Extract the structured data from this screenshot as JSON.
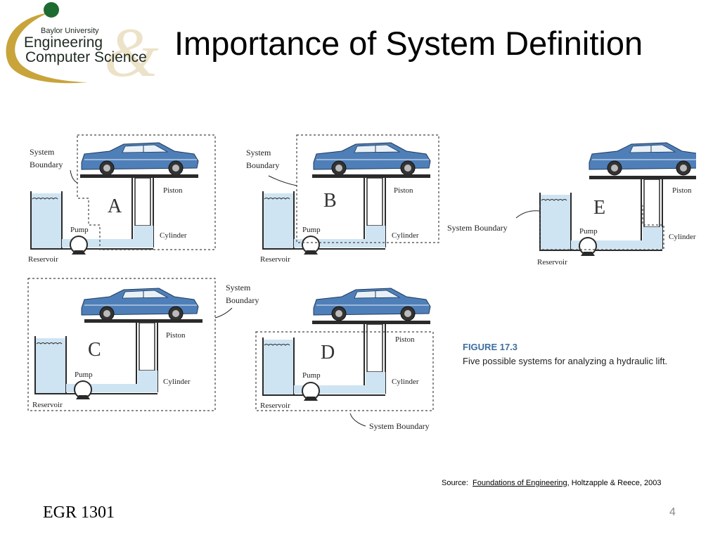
{
  "logo": {
    "university": "Baylor University",
    "line1": "Engineering",
    "line2": "Computer Science",
    "ampersand": "&",
    "colors": {
      "green": "#1e6b32",
      "gold": "#c8a43a"
    }
  },
  "slide": {
    "title": "Importance of System Definition"
  },
  "diagram": {
    "labels": {
      "system_boundary_line1": "System",
      "system_boundary_line2": "Boundary",
      "system_boundary": "System Boundary",
      "piston": "Piston",
      "cylinder": "Cylinder",
      "pump": "Pump",
      "reservoir": "Reservoir"
    },
    "panels": {
      "a": "A",
      "b": "B",
      "c": "C",
      "d": "D",
      "e": "E"
    },
    "colors": {
      "fluid": "#cfe4f2",
      "car_body": "#4f7fb8",
      "frame": "#2a2a2a",
      "figure_label": "#3d6f9e"
    },
    "figure": {
      "number": "FIGURE 17.3",
      "caption": "Five possible systems for analyzing a hydraulic lift."
    }
  },
  "footer": {
    "source_prefix": "Source:",
    "source_link": "Foundations of Engineering",
    "source_suffix": ", Holtzapple & Reece, 2003",
    "course": "EGR 1301",
    "page": "4"
  }
}
